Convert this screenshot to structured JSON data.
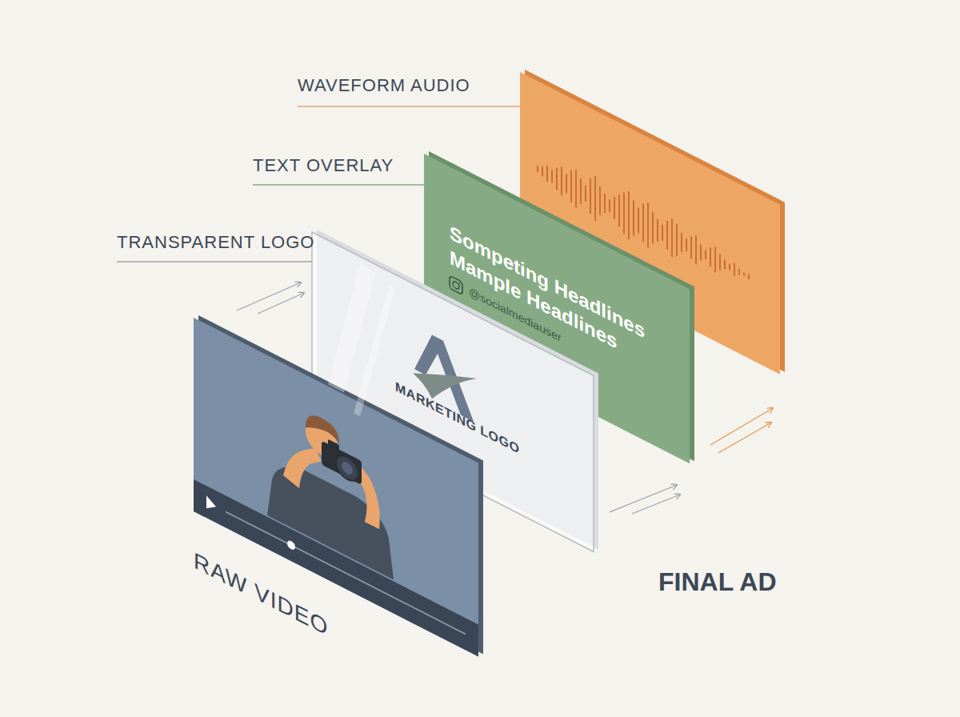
{
  "diagram": {
    "nodes": [
      {
        "text": [
          "RAW VIDEO"
        ]
      },
      {
        "text": [
          "TRANSPARENT LOGO",
          "MARKETING LOGO"
        ]
      },
      {
        "text": [
          "TEXT OVERLAY",
          "Sompeting Headlines Mample Headlines",
          "@socialmediauser"
        ]
      },
      {
        "text": [
          "WAVEFORM AUDIO"
        ]
      }
    ],
    "labels": [
      "FINAL AD"
    ]
  }
}
